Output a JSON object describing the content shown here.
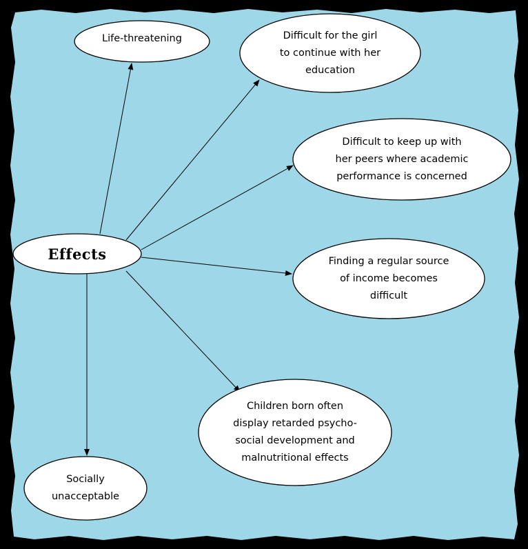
{
  "diagram": {
    "center": {
      "label": "Effects"
    },
    "effects": [
      {
        "id": "life",
        "label": "Life-threatening"
      },
      {
        "id": "education",
        "label": "Difficult for the girl\nto continue with her\neducation"
      },
      {
        "id": "peers",
        "label": "Difficult to keep up with\nher peers where academic\nperformance is concerned"
      },
      {
        "id": "income",
        "label": "Finding a regular source\nof income becomes\ndifficult"
      },
      {
        "id": "children",
        "label": "Children born often\ndisplay retarded psycho-\nsocial development and\nmalnutritional effects"
      },
      {
        "id": "social",
        "label": "Socially\nunacceptable"
      }
    ]
  },
  "colors": {
    "background": "#9ed8e8",
    "frame": "#000000",
    "node_fill": "#ffffff",
    "stroke": "#000000"
  }
}
